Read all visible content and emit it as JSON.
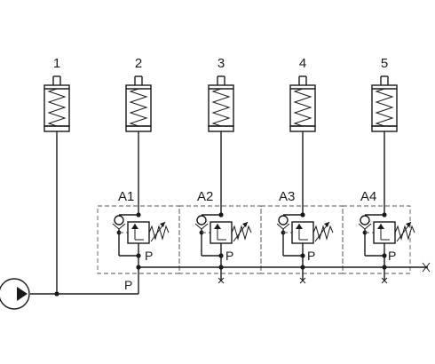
{
  "consumers": [
    {
      "label": "1"
    },
    {
      "label": "2"
    },
    {
      "label": "3"
    },
    {
      "label": "4"
    },
    {
      "label": "5"
    }
  ],
  "valves": [
    {
      "label": "A1",
      "port": "P",
      "type": "pressure-reducing-valve-with-check-icon"
    },
    {
      "label": "A2",
      "port": "P",
      "type": "pressure-reducing-valve-with-check-icon"
    },
    {
      "label": "A3",
      "port": "P",
      "type": "pressure-reducing-valve-with-check-icon"
    },
    {
      "label": "A4",
      "port": "P",
      "type": "pressure-reducing-valve-with-check-icon"
    }
  ],
  "supply_port": "P",
  "pump_icon": "pump-icon",
  "cylinder_icon": "spring-cylinder-icon",
  "colors": {
    "line": "#1a1a1a",
    "background": "#ffffff"
  }
}
